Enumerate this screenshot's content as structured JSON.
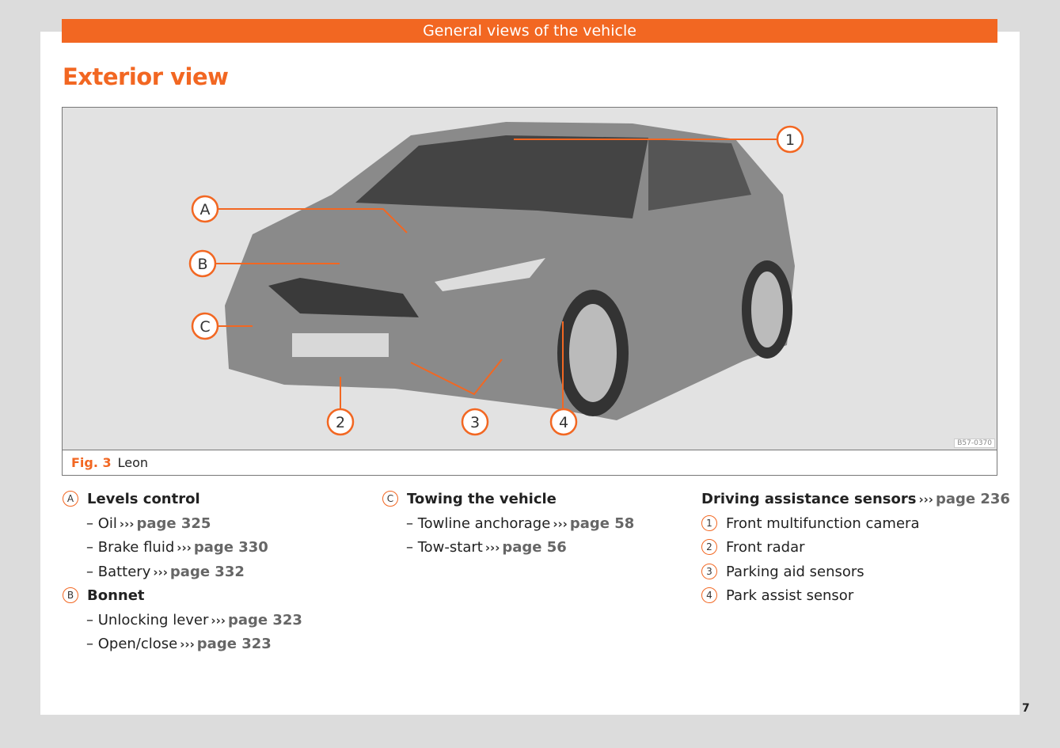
{
  "header": "General views of the vehicle",
  "title": "Exterior view",
  "figure": {
    "label": "Fig. 3",
    "caption": "Leon",
    "code": "B57-0370",
    "callouts": [
      "1",
      "A",
      "B",
      "C",
      "2",
      "3",
      "4"
    ]
  },
  "arrow": "›››",
  "col1": {
    "A": {
      "marker": "A",
      "title": "Levels control",
      "items": [
        {
          "t": "Oil",
          "p": "page 325"
        },
        {
          "t": "Brake fluid",
          "p": "page 330"
        },
        {
          "t": "Battery",
          "p": "page 332"
        }
      ]
    },
    "B": {
      "marker": "B",
      "title": "Bonnet",
      "items": [
        {
          "t": "Unlocking lever",
          "p": "page 323"
        },
        {
          "t": "Open/close",
          "p": "page 323"
        }
      ]
    }
  },
  "col2": {
    "marker": "C",
    "title": "Towing the vehicle",
    "items": [
      {
        "t": "Towline anchorage",
        "p": "page 58"
      },
      {
        "t": "Tow-start",
        "p": "page 56"
      }
    ]
  },
  "col3": {
    "title": "Driving assistance sensors",
    "p": "page 236",
    "items": [
      {
        "n": "1",
        "t": "Front multifunction camera"
      },
      {
        "n": "2",
        "t": "Front radar"
      },
      {
        "n": "3",
        "t": "Parking aid sensors"
      },
      {
        "n": "4",
        "t": "Park assist sensor"
      }
    ]
  },
  "page_number": "7"
}
